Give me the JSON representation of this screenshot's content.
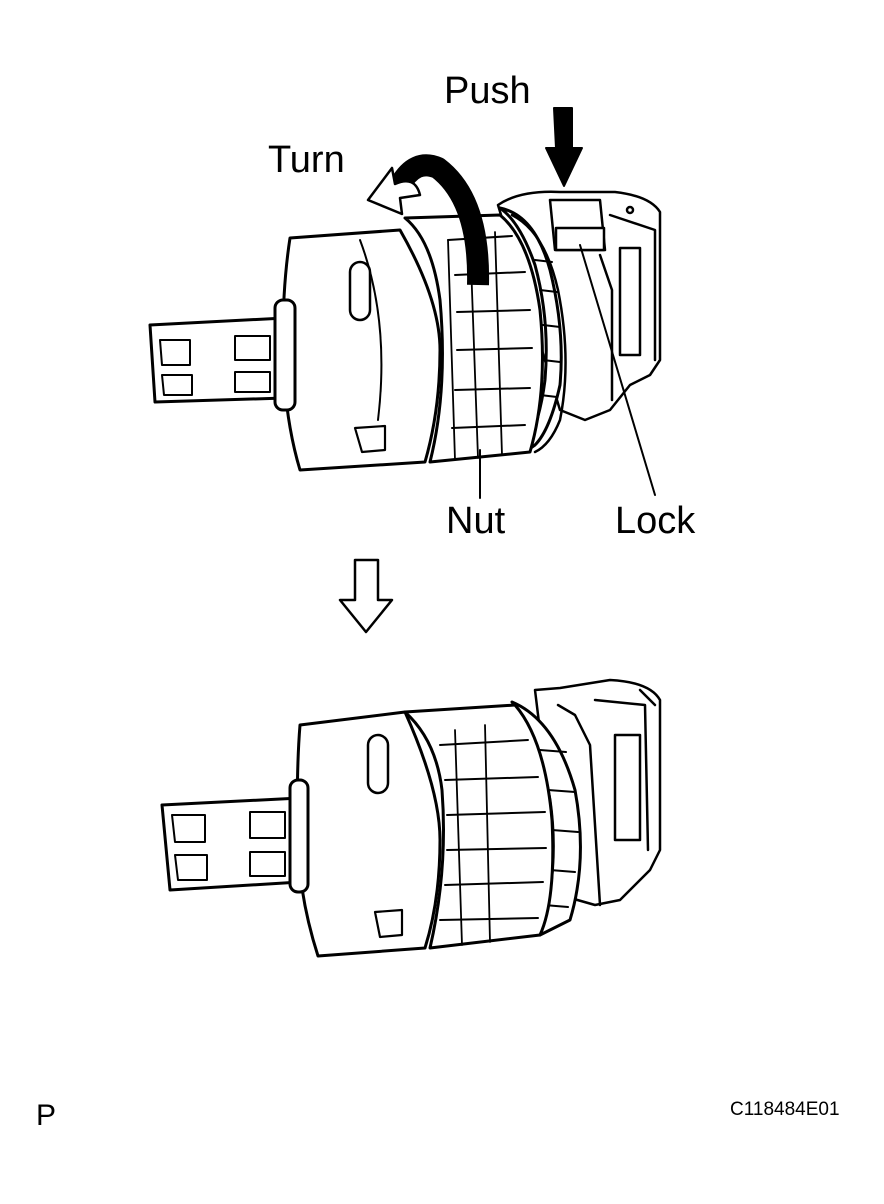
{
  "labels": {
    "push": "Push",
    "turn": "Turn",
    "nut": "Nut",
    "lock": "Lock"
  },
  "footer": {
    "mark": "P",
    "figure_code": "C118484E01"
  },
  "colors": {
    "line": "#000000",
    "background": "#ffffff"
  },
  "icons": {
    "push_arrow": "solid-down-arrow-icon",
    "turn_arrow": "curved-turn-arrow-icon",
    "step_arrow": "hollow-down-arrow-icon"
  }
}
